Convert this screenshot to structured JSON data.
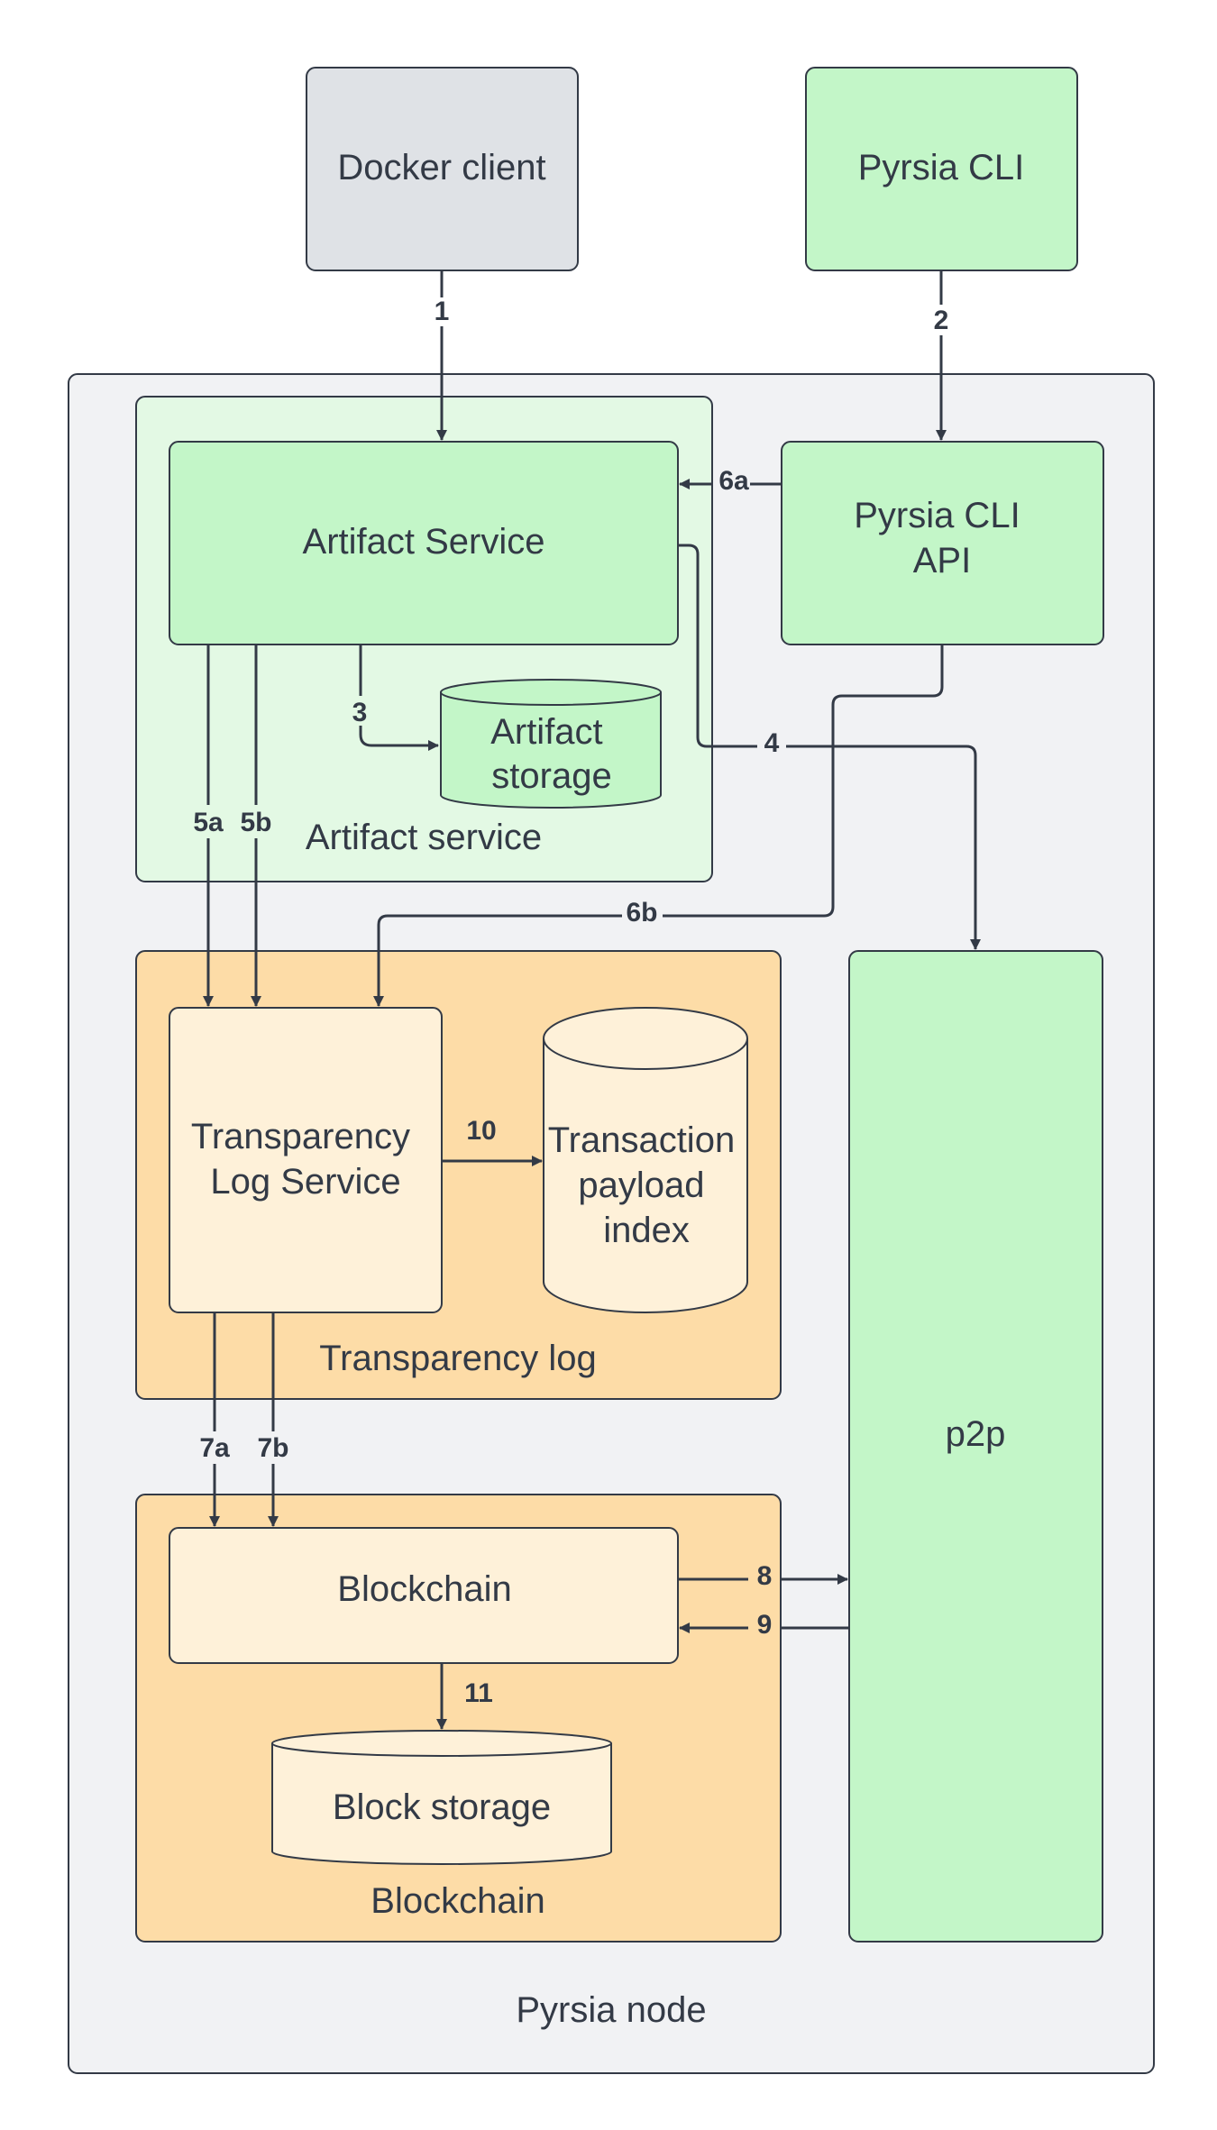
{
  "nodes": {
    "docker_client": "Docker client",
    "pyrsia_cli": "Pyrsia CLI",
    "pyrsia_node": "Pyrsia node",
    "artifact_group": "Artifact service",
    "artifact_service": "Artifact Service",
    "artifact_storage": [
      "Artifact",
      "storage"
    ],
    "pyrsia_cli_api": [
      "Pyrsia CLI",
      "API"
    ],
    "transparency_group": "Transparency log",
    "transparency_log_service": [
      "Transparency",
      "Log Service"
    ],
    "transaction_payload_index": [
      "Transaction",
      "payload",
      "index"
    ],
    "blockchain_group": "Blockchain",
    "blockchain": "Blockchain",
    "block_storage": "Block storage",
    "p2p": "p2p"
  },
  "edges": {
    "e1": "1",
    "e2": "2",
    "e3": "3",
    "e4": "4",
    "e5a": "5a",
    "e5b": "5b",
    "e6a": "6a",
    "e6b": "6b",
    "e7a": "7a",
    "e7b": "7b",
    "e8": "8",
    "e9": "9",
    "e10": "10",
    "e11": "11"
  },
  "colors": {
    "line": "#333a46",
    "node_bg": "#f1f2f4",
    "gray_box": "#dfe2e6",
    "green": "#c3f6c8",
    "light_green": "#e3f9e4",
    "orange": "#fddca7",
    "cream": "#fef1d9"
  }
}
